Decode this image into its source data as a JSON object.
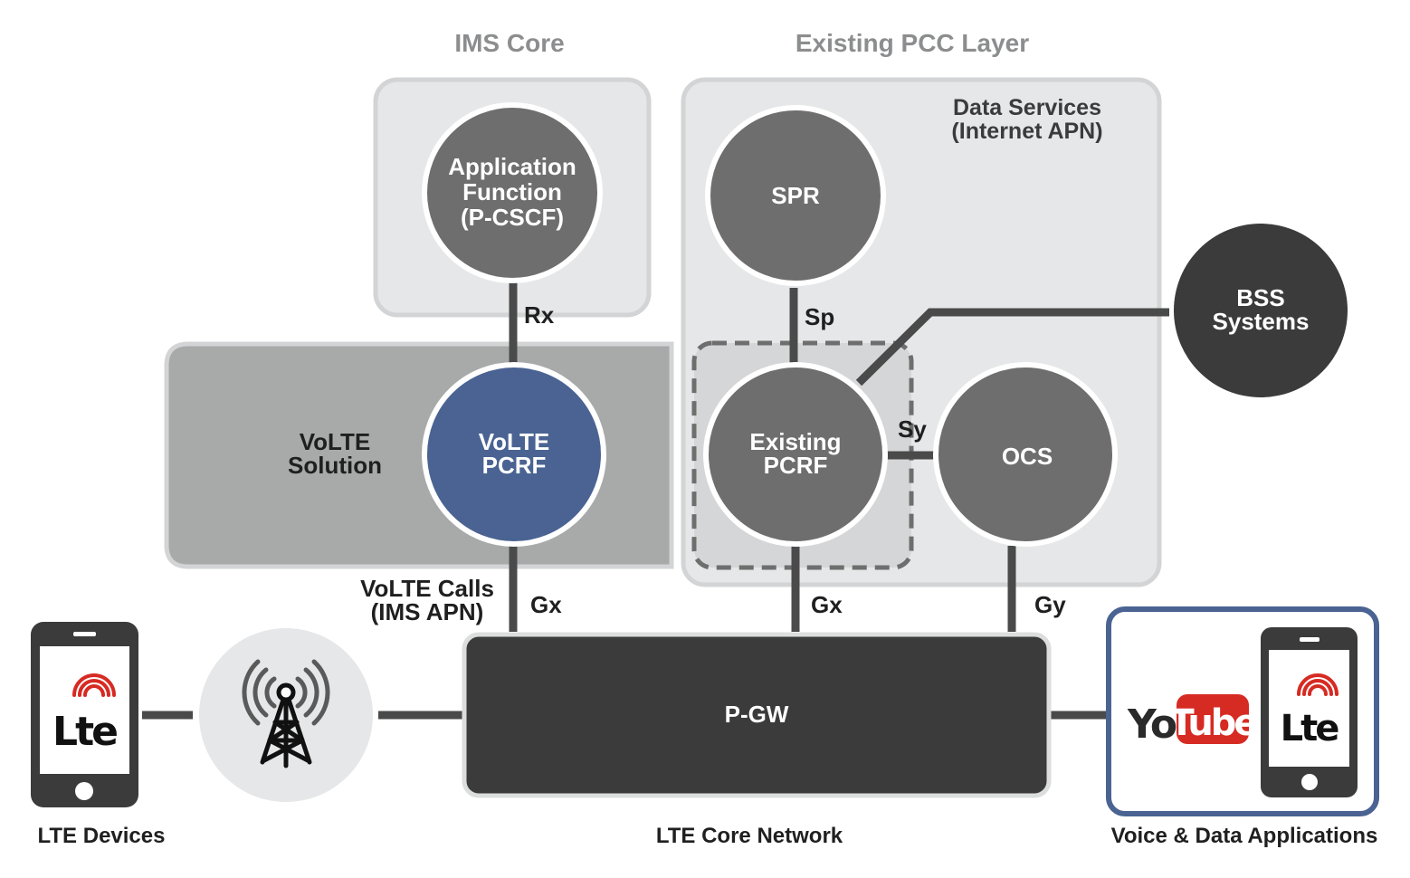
{
  "headers": {
    "ims_core": "IMS Core",
    "existing_pcc": "Existing PCC Layer"
  },
  "data_services": {
    "line1": "Data Services",
    "line2": "(Internet APN)"
  },
  "nodes": {
    "af": {
      "line1": "Application",
      "line2": "Function",
      "line3": "(P-CSCF)"
    },
    "spr": "SPR",
    "bss": {
      "line1": "BSS",
      "line2": "Systems"
    },
    "volte_pcrf": {
      "line1": "VoLTE",
      "line2": "PCRF"
    },
    "existing_pcrf": {
      "line1": "Existing",
      "line2": "PCRF"
    },
    "ocs": "OCS",
    "pgw": "P-GW"
  },
  "volte_solution": {
    "line1": "VoLTE",
    "line2": "Solution"
  },
  "volte_calls": {
    "line1": "VoLTE Calls",
    "line2": "(IMS APN)"
  },
  "interfaces": {
    "rx": "Rx",
    "sp": "Sp",
    "sy": "Sy",
    "gx_volte": "Gx",
    "gx_existing": "Gx",
    "gy": "Gy"
  },
  "bottom_labels": {
    "lte_devices": "LTE Devices",
    "core_network": "LTE Core Network",
    "applications": "Voice & Data Applications"
  },
  "logos": {
    "lte": "Lte",
    "you": "You",
    "tube": "Tube"
  },
  "colors": {
    "node_gray": "#6d6e6d",
    "node_dark": "#3b3b3c",
    "volte_blue": "#4a6392",
    "panel_light": "#e6e7e8",
    "panel_mid": "#a8a9a9",
    "link": "#4a4a4a",
    "app_border": "#4a6392",
    "youtube_red": "#d62b23"
  }
}
